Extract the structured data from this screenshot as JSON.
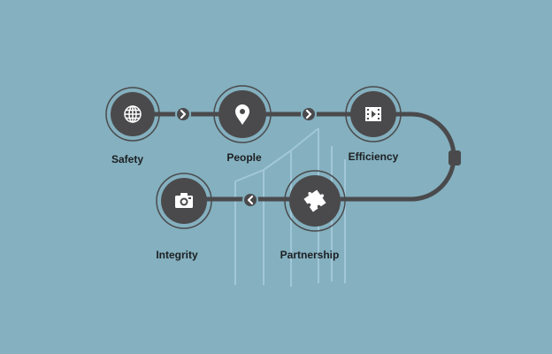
{
  "colors": {
    "background": "#84b0bf",
    "path": "#4a4a4c",
    "node": "#4a4a4c",
    "ring": "#4a4a4c",
    "icon": "#ffffff",
    "watermark": "#a9cde0",
    "label": "#1c1f22"
  },
  "steps": [
    {
      "label": "Safety",
      "icon": "globe-icon"
    },
    {
      "label": "People",
      "icon": "map-pin-icon"
    },
    {
      "label": "Efficiency",
      "icon": "film-play-icon"
    },
    {
      "label": "Partnership",
      "icon": "puzzle-piece-icon"
    },
    {
      "label": "Integrity",
      "icon": "camera-icon"
    }
  ],
  "connectors": [
    {
      "from": "Safety",
      "to": "People",
      "icon": "chevron-right-icon"
    },
    {
      "from": "People",
      "to": "Efficiency",
      "icon": "chevron-right-icon"
    },
    {
      "from": "Partnership",
      "to": "Integrity",
      "icon": "chevron-left-icon"
    }
  ]
}
